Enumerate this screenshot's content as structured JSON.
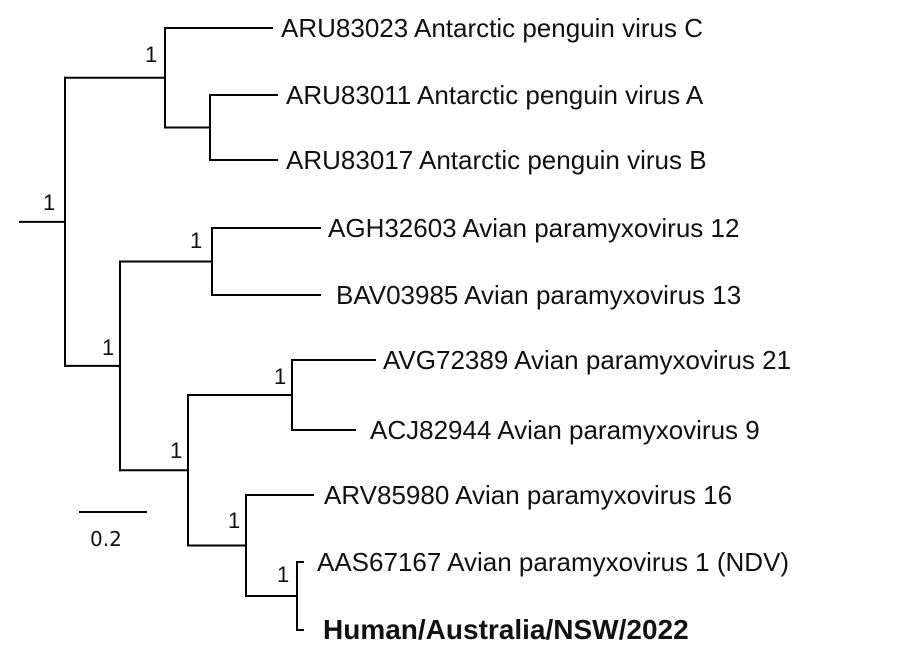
{
  "tree": {
    "leaves": [
      {
        "id": "L1",
        "label": "ARU83023 Antarctic penguin virus C",
        "bold": false
      },
      {
        "id": "L2",
        "label": "ARU83011 Antarctic penguin virus A",
        "bold": false
      },
      {
        "id": "L3",
        "label": "ARU83017 Antarctic penguin virus B",
        "bold": false
      },
      {
        "id": "L4",
        "label": "AGH32603 Avian paramyxovirus 12",
        "bold": false
      },
      {
        "id": "L5",
        "label": "BAV03985 Avian paramyxovirus 13",
        "bold": false
      },
      {
        "id": "L6",
        "label": "AVG72389 Avian paramyxovirus 21",
        "bold": false
      },
      {
        "id": "L7",
        "label": "ACJ82944 Avian paramyxovirus 9",
        "bold": false
      },
      {
        "id": "L8",
        "label": "ARV85980 Avian paramyxovirus 16",
        "bold": false
      },
      {
        "id": "L9",
        "label": "AAS67167 Avian paramyxovirus 1 (NDV)",
        "bold": false
      },
      {
        "id": "L10",
        "label": "Human/Australia/NSW/2022",
        "bold": true
      }
    ],
    "support_values": [
      "1",
      "1",
      "1",
      "1",
      "1",
      "1",
      "1",
      "1"
    ],
    "scale_bar": {
      "label": "0.2"
    }
  }
}
